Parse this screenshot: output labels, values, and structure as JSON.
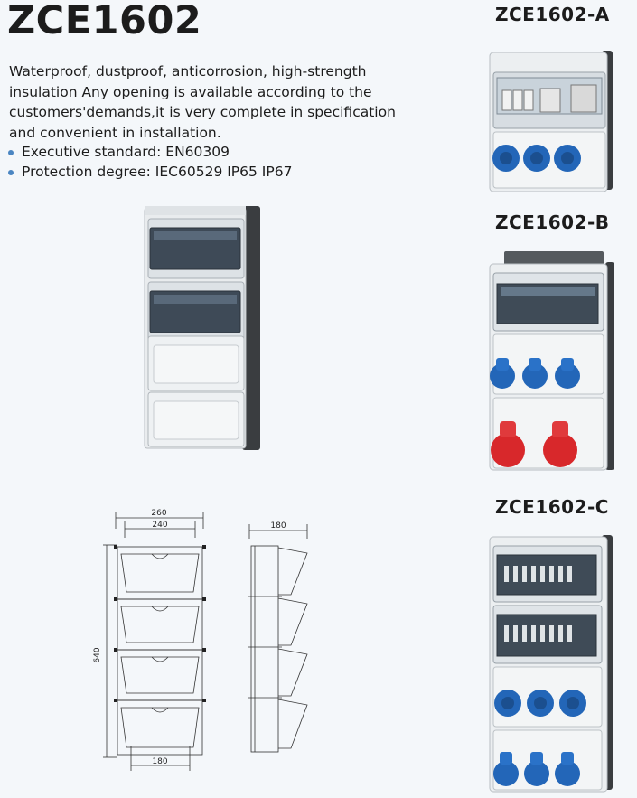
{
  "title": "ZCE1602",
  "description": "Waterproof, dustproof, anticorrosion, high-strength insulation Any opening is available according to the customers'demands,it is very complete in specification and convenient in installation.",
  "bullets": [
    "Executive standard: EN60309",
    "Protection degree: IEC60529 IP65 IP67"
  ],
  "models": {
    "a": "ZCE1602-A",
    "b": "ZCE1602-B",
    "c": "ZCE1602-C"
  },
  "dimensions": {
    "outer_width": "260",
    "inner_width": "240",
    "height": "640",
    "bottom_width": "180",
    "depth": "180"
  },
  "colors": {
    "socket_blue": "#2366b8",
    "socket_red": "#d8282b",
    "bullet": "#4b86c2"
  }
}
